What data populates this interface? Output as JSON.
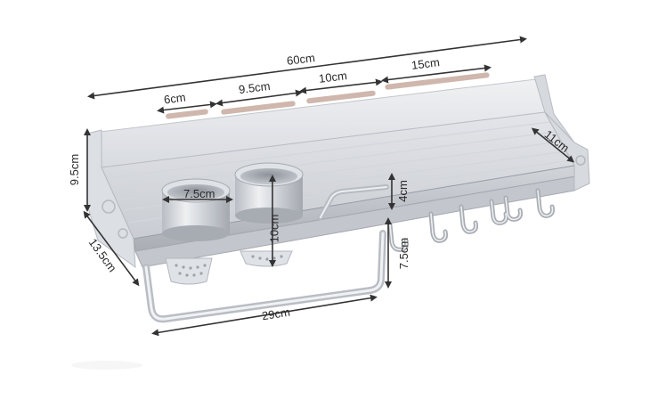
{
  "product": "aluminum kitchen wall rack with knife slots, cup holders, towel bar and hooks",
  "dimensions": {
    "total_width": "60cm",
    "slot_a": "6cm",
    "slot_b": "9.5cm",
    "slot_c": "10cm",
    "slot_d": "15cm",
    "side_height": "9.5cm",
    "shelf_depth": "13.5cm",
    "cup_diameter": "7.5cm",
    "cup_height": "10cm",
    "rail_height": "4cm",
    "hook_drop": "7.5cm",
    "bar_length": "29cm",
    "end_depth": "11cm"
  },
  "colors": {
    "aluminum_light": "#e4e6ea",
    "aluminum_mid": "#c9ccd2",
    "aluminum_dark": "#9a9ea6",
    "dimension_line": "#333333"
  }
}
